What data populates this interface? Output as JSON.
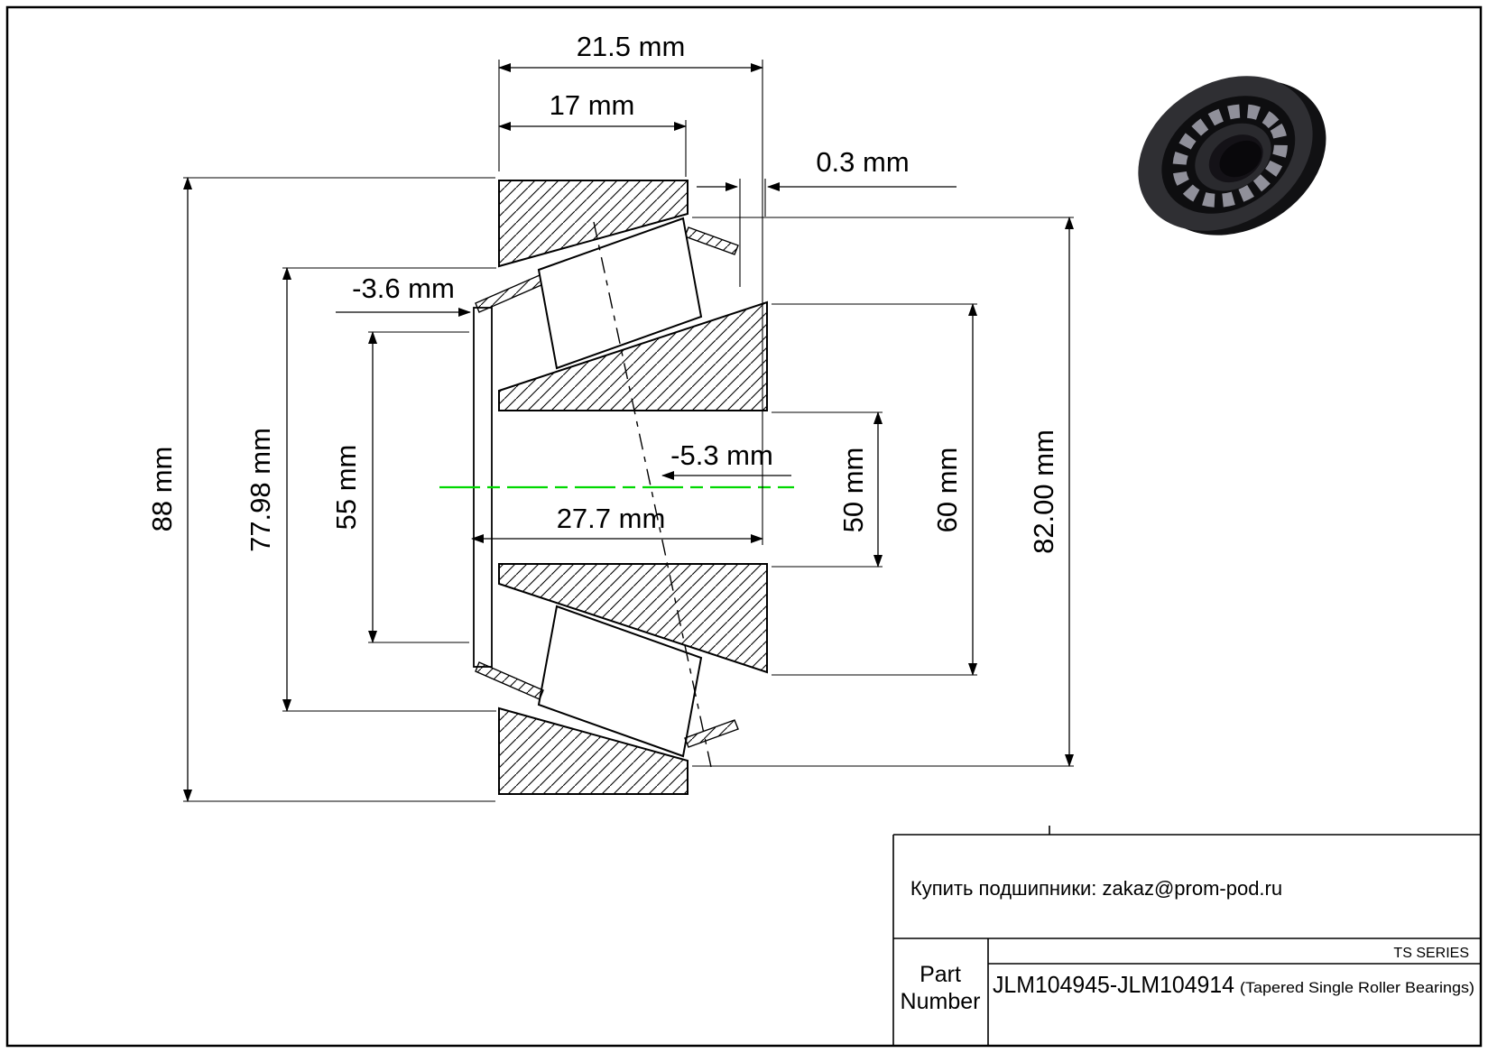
{
  "drawing": {
    "dims": {
      "total_width": "21.5 mm",
      "cup_width": "17 mm",
      "offset_0_3": "0.3 mm",
      "offset_neg_3_6": "-3.6 mm",
      "dia_88": "88 mm",
      "dia_77_98": "77.98 mm",
      "dia_55": "55 mm",
      "offset_neg_5_3": "-5.3 mm",
      "cone_width": "27.7 mm",
      "bore_dia": "50 mm",
      "dia_60": "60 mm",
      "outer_dia": "82.00 mm"
    },
    "colors": {
      "centerline": "#00d800"
    }
  },
  "title_block": {
    "contact": "Купить подшипники: zakaz@prom-pod.ru",
    "series": "TS SERIES",
    "part_label_1": "Part",
    "part_label_2": "Number",
    "part_number": "JLM104945-JLM104914",
    "part_type": "(Tapered Single Roller Bearings)"
  }
}
